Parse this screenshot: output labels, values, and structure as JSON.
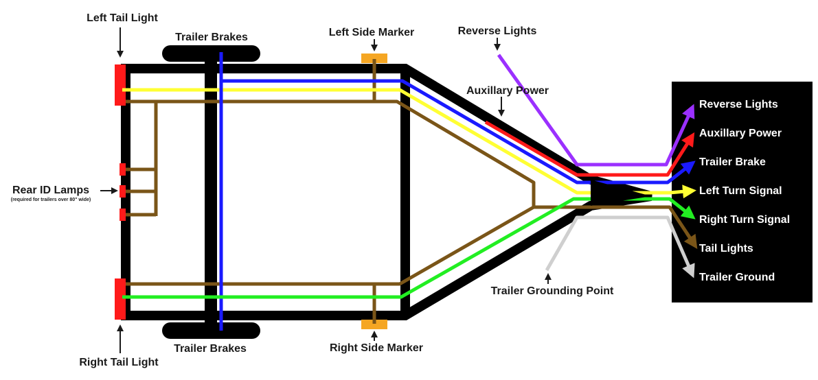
{
  "labels": {
    "left_tail_light": "Left Tail Light",
    "right_tail_light": "Right Tail Light",
    "trailer_brakes_top": "Trailer Brakes",
    "trailer_brakes_bottom": "Trailer Brakes",
    "left_side_marker": "Left Side Marker",
    "right_side_marker": "Right Side Marker",
    "reverse_lights": "Reverse Lights",
    "auxillary_power": "Auxillary Power",
    "rear_id_lamps": "Rear ID Lamps",
    "rear_id_lamps_note": "(required for trailers over 80\" wide)",
    "trailer_grounding_point": "Trailer Grounding Point"
  },
  "legend": [
    {
      "label": "Reverse Lights",
      "color": "#9b30ff"
    },
    {
      "label": "Auxillary Power",
      "color": "#ff1a1a"
    },
    {
      "label": "Trailer Brake",
      "color": "#1a1aff"
    },
    {
      "label": "Left Turn Signal",
      "color": "#ffff33"
    },
    {
      "label": "Right Turn Signal",
      "color": "#22ee22"
    },
    {
      "label": "Tail Lights",
      "color": "#7a5518"
    },
    {
      "label": "Trailer Ground",
      "color": "#cfcfcf"
    }
  ],
  "colors": {
    "frame": "#000000",
    "tail_light": "#ff1a1a",
    "marker": "#f5a623",
    "purple": "#9b30ff",
    "red": "#ff1a1a",
    "blue": "#1a1aff",
    "yellow": "#ffff33",
    "green": "#22ee22",
    "brown": "#7a5518",
    "gray": "#cfcfcf"
  }
}
